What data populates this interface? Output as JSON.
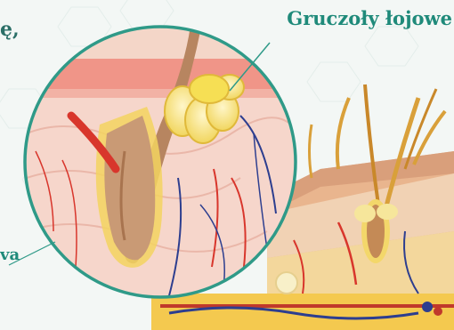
{
  "labels": {
    "title": "Gruczoły łojowe",
    "fragment_left_top": "ę,",
    "fragment_left_bottom": "va"
  },
  "colors": {
    "accent_teal": "#1f8a7a",
    "skin_pink": "#f2b9a8",
    "hair_brown": "#b78560",
    "gland_yellow": "#f4df6a",
    "vessel_red": "#d8362c",
    "vessel_blue": "#2d3e8f"
  },
  "icons": [
    "hair-follicle",
    "sebaceous-gland",
    "blood-vessels",
    "skin-layers"
  ]
}
